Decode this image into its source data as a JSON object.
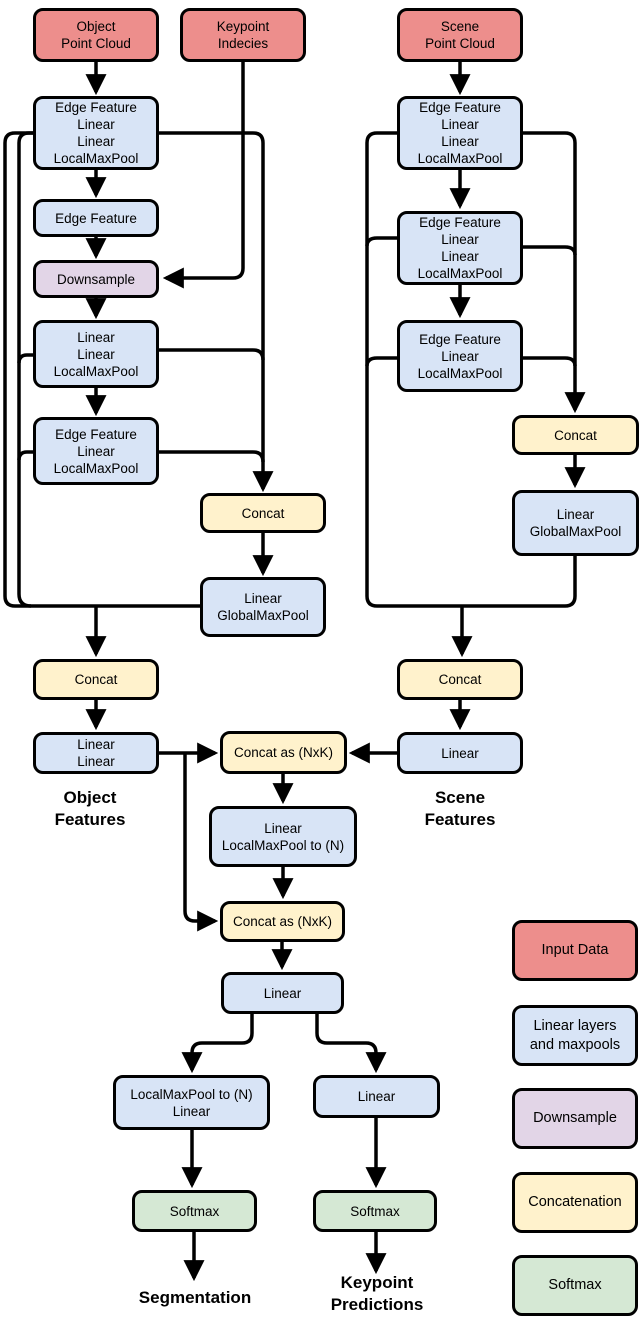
{
  "diagram": {
    "object_branch": {
      "input": "Object\nPoint Cloud",
      "block1": "Edge Feature\nLinear\nLinear\nLocalMaxPool",
      "edge_feature": "Edge Feature",
      "downsample": "Downsample",
      "block2": "Linear\nLinear\nLocalMaxPool",
      "block3": "Edge Feature\nLinear\nLocalMaxPool",
      "concat": "Concat",
      "linear_gmp": "Linear\nGlobalMaxPool",
      "concat2": "Concat",
      "linear2": "Linear\nLinear",
      "features_label": "Object\nFeatures"
    },
    "keypoint_input": "Keypoint\nIndecies",
    "scene_branch": {
      "input": "Scene\nPoint Cloud",
      "block1": "Edge Feature\nLinear\nLinear\nLocalMaxPool",
      "block2": "Edge Feature\nLinear\nLinear\nLocalMaxPool",
      "block3": "Edge Feature\nLinear\nLocalMaxPool",
      "concat1": "Concat",
      "linear_gmp": "Linear\nGlobalMaxPool",
      "concat2": "Concat",
      "linear": "Linear",
      "features_label": "Scene\nFeatures"
    },
    "head": {
      "concat_nxk_1": "Concat as (NxK)",
      "linear_lmp": "Linear\nLocalMaxPool to (N)",
      "concat_nxk_2": "Concat as (NxK)",
      "linear": "Linear",
      "seg_block": "LocalMaxPool to (N)\nLinear",
      "kp_linear": "Linear",
      "seg_softmax": "Softmax",
      "kp_softmax": "Softmax",
      "segmentation_label": "Segmentation",
      "keypoint_label": "Keypoint\nPredictions"
    },
    "legend": [
      {
        "label": "Input Data",
        "type": "input"
      },
      {
        "label": "Linear layers\nand maxpools",
        "type": "linear"
      },
      {
        "label": "Downsample",
        "type": "downsample"
      },
      {
        "label": "Concatenation",
        "type": "concat"
      },
      {
        "label": "Softmax",
        "type": "softmax"
      }
    ],
    "colors": {
      "input": "#ED8E8C",
      "linear": "#D8E4F6",
      "downsample": "#E2D5E7",
      "concat": "#FFF2CC",
      "softmax": "#D5E8D4",
      "line": "#000000"
    }
  }
}
